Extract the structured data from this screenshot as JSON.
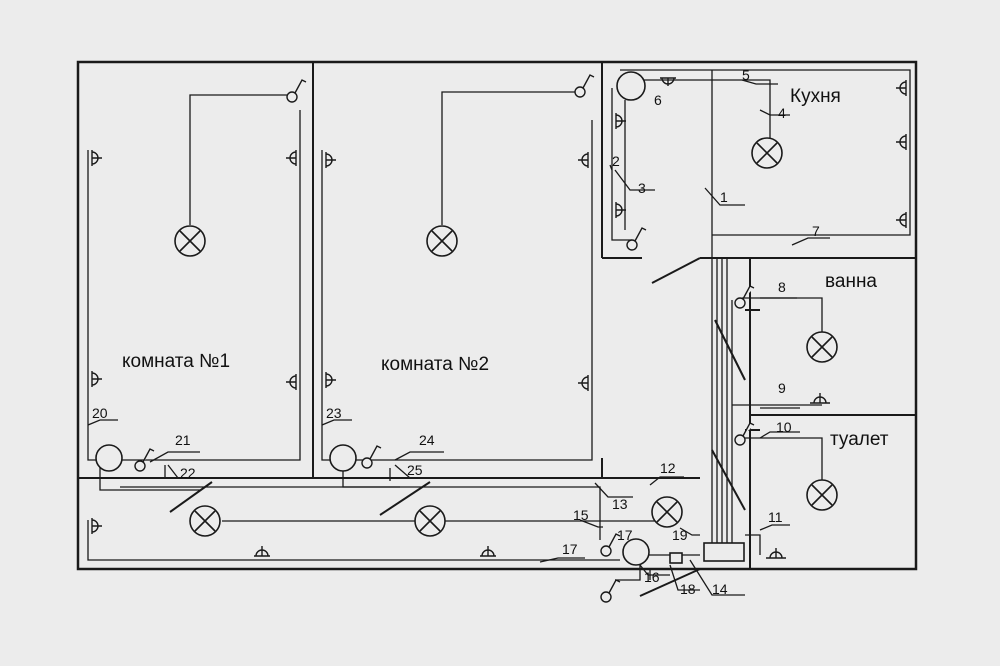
{
  "rooms": {
    "room1": "комната №1",
    "room2": "комната №2",
    "kitchen": "Кухня",
    "bath": "ванна",
    "toilet": "туалет"
  },
  "labels": [
    "1",
    "2",
    "3",
    "4",
    "5",
    "6",
    "7",
    "8",
    "9",
    "10",
    "11",
    "12",
    "13",
    "14",
    "15",
    "16",
    "17",
    "17",
    "18",
    "19",
    "20",
    "21",
    "22",
    "23",
    "24",
    "25"
  ],
  "colors": {
    "background": "#ececec",
    "line": "#1a1a1a"
  }
}
